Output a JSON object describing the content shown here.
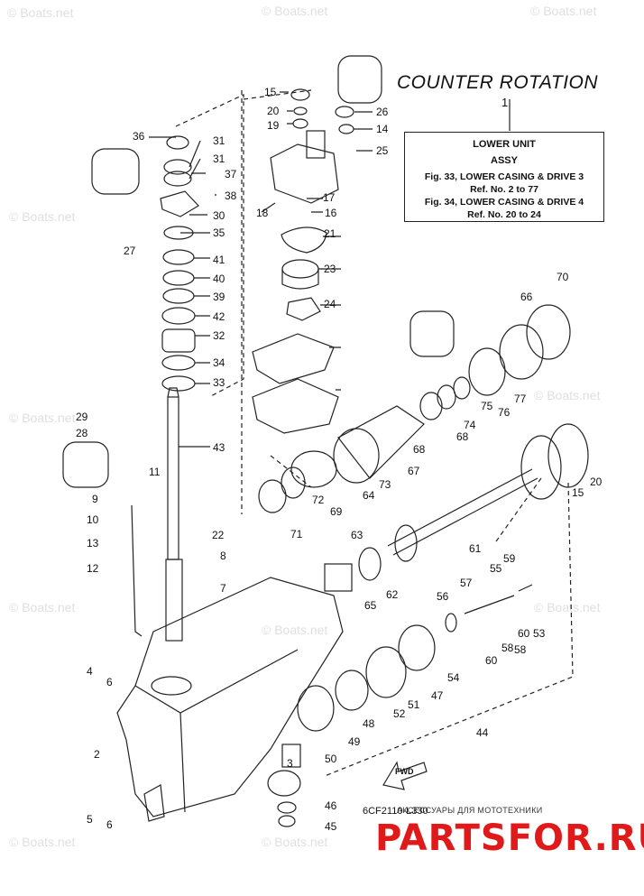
{
  "title": "COUNTER ROTATION",
  "assembly_box": {
    "ref_number": "1",
    "line1": "LOWER UNIT",
    "line2": "ASSY",
    "line3": "Fig. 33, LOWER CASING & DRIVE 3",
    "line4": "Ref. No. 2 to 77",
    "line5": "Fig. 34, LOWER CASING & DRIVE 4",
    "line6": "Ref. No. 20 to 24"
  },
  "diagram_code": "6CF2110-L330",
  "fwd_label": "FWD",
  "watermark": "© Boats.net",
  "promo_text": "АКСЕССУАРЫ ДЛЯ МОТОТЕХНИКИ",
  "brand": "PARTSFOR.RU",
  "callouts": [
    "36",
    "31",
    "31",
    "37",
    "38",
    "30",
    "27",
    "35",
    "41",
    "40",
    "39",
    "42",
    "32",
    "34",
    "33",
    "43",
    "29",
    "28",
    "11",
    "9",
    "10",
    "13",
    "12",
    "22",
    "8",
    "7",
    "4",
    "6",
    "2",
    "5",
    "6",
    "3",
    "50",
    "46",
    "45",
    "49",
    "48",
    "52",
    "51",
    "47",
    "44",
    "54",
    "56",
    "57",
    "55",
    "59",
    "60",
    "58",
    "58",
    "60",
    "53",
    "61",
    "63",
    "62",
    "65",
    "71",
    "72",
    "69",
    "64",
    "73",
    "67",
    "68",
    "68",
    "74",
    "75",
    "76",
    "77",
    "66",
    "70",
    "20",
    "15",
    "15",
    "20",
    "19",
    "26",
    "14",
    "25",
    "18",
    "17",
    "16",
    "21",
    "23",
    "24"
  ]
}
